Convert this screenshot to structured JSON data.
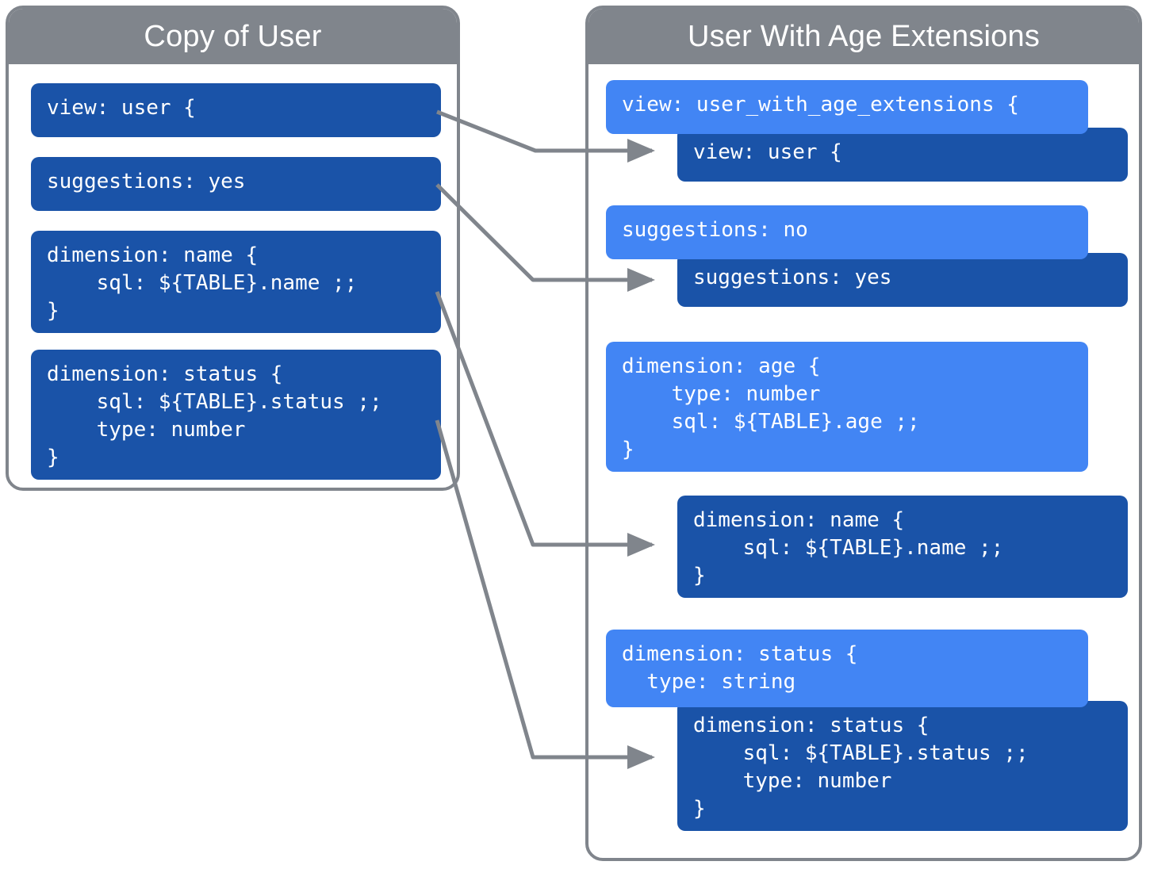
{
  "diagram": {
    "title_left": "Copy of User",
    "title_right": "User With Age Extensions",
    "connector_color": "#80858c",
    "colors": {
      "header_gray": "#80858c",
      "dark_blue": "#1a53a8",
      "light_blue": "#4285f4",
      "panel_background": "#ffffff"
    }
  },
  "left_panel": {
    "header": "Copy of User",
    "boxes": [
      {
        "id": "left-view",
        "text": "view: user {"
      },
      {
        "id": "left-suggestions",
        "text": "suggestions: yes"
      },
      {
        "id": "left-dimension-name",
        "text": "dimension: name {\n    sql: ${TABLE}.name ;;\n}"
      },
      {
        "id": "left-dimension-status",
        "text": "dimension: status {\n    sql: ${TABLE}.status ;;\n    type: number\n}"
      }
    ]
  },
  "right_panel": {
    "header": "User With Age Extensions",
    "groups": [
      {
        "id": "group-view",
        "parent": {
          "id": "right-view-extension",
          "text": "view: user_with_age_extensions {",
          "shade": "light"
        },
        "child": {
          "id": "right-view-user",
          "text": "view: user {",
          "shade": "dark"
        }
      },
      {
        "id": "group-suggestions",
        "parent": {
          "id": "right-suggestions-no",
          "text": "suggestions: no",
          "shade": "light"
        },
        "child": {
          "id": "right-suggestions-yes",
          "text": "suggestions: yes",
          "shade": "dark"
        }
      },
      {
        "id": "group-age",
        "parent": {
          "id": "right-dimension-age",
          "text": "dimension: age {\n    type: number\n    sql: ${TABLE}.age ;;\n}",
          "shade": "light"
        },
        "child": null
      },
      {
        "id": "group-name",
        "parent": null,
        "child": {
          "id": "right-dimension-name",
          "text": "dimension: name {\n    sql: ${TABLE}.name ;;\n}",
          "shade": "dark"
        }
      },
      {
        "id": "group-status",
        "parent": {
          "id": "right-dimension-status-string",
          "text": "dimension: status {\n  type: string",
          "shade": "light"
        },
        "child": {
          "id": "right-dimension-status-number",
          "text": "dimension: status {\n    sql: ${TABLE}.status ;;\n    type: number\n}",
          "shade": "dark"
        }
      }
    ]
  },
  "connectors": [
    {
      "id": "connector-view",
      "from": "left-view",
      "to": "right-view-user"
    },
    {
      "id": "connector-suggestions",
      "from": "left-suggestions",
      "to": "right-suggestions-yes"
    },
    {
      "id": "connector-name",
      "from": "left-dimension-name",
      "to": "right-dimension-name"
    },
    {
      "id": "connector-status",
      "from": "left-dimension-status",
      "to": "right-dimension-status-number"
    }
  ]
}
